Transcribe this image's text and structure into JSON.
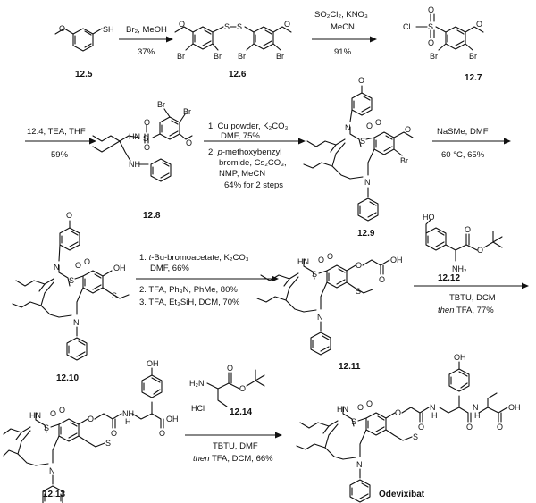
{
  "compounds": {
    "c12_5": "12.5",
    "c12_6": "12.6",
    "c12_7": "12.7",
    "c12_8": "12.8",
    "c12_9": "12.9",
    "c12_10": "12.10",
    "c12_11": "12.11",
    "c12_12": "12.12",
    "c12_13": "12.13",
    "c12_14": "12.14",
    "odevixibat": "Odevixibat"
  },
  "atoms": {
    "sh": "SH",
    "br": "Br",
    "s": "S",
    "cl": "Cl",
    "o": "O",
    "hn": "HN",
    "nh": "NH",
    "n": "N",
    "oh": "OH",
    "ho": "HO",
    "h2n": "H₂N",
    "nh2": "NH₂",
    "hcl": "HCl",
    "h": "H"
  },
  "steps": {
    "s1_reagents": "Br₂, MeOH",
    "s1_yield": "37%",
    "s2_reagents_1": "SO₂Cl₂, KNO₃",
    "s2_reagents_2": "MeCN",
    "s2_yield": "91%",
    "s3_reagents": "12.4, TEA, THF",
    "s3_yield": "59%",
    "s4_line1": "1. Cu powder, K₂CO₃",
    "s4_line2": "DMF, 75%",
    "s4_line3_num": "2. ",
    "s4_line3_ital": "p",
    "s4_line3_rest": "-methoxybenzyl",
    "s4_line4": "bromide, Cs₂CO₃,",
    "s4_line5": "NMP, MeCN",
    "s4_line6": "64% for 2 steps",
    "s5_reagents": "NaSMe, DMF",
    "s5_conditions": "60 °C, 65%",
    "s6_line1_num": "1. ",
    "s6_line1_ital": "t",
    "s6_line1_rest": "-Bu-bromoacetate, K₂CO₃",
    "s6_line2": "DMF, 66%",
    "s6_line3": "2. TFA, Ph₃N, PhMe, 80%",
    "s6_line4": "3. TFA, Et₃SiH, DCM, 70%",
    "s7_reagents": "TBTU, DCM",
    "s7_then": "then",
    "s7_rest": " TFA, 77%",
    "s8_reagents": "TBTU, DMF",
    "s8_then": "then",
    "s8_rest": " TFA, DCM, 66%"
  }
}
